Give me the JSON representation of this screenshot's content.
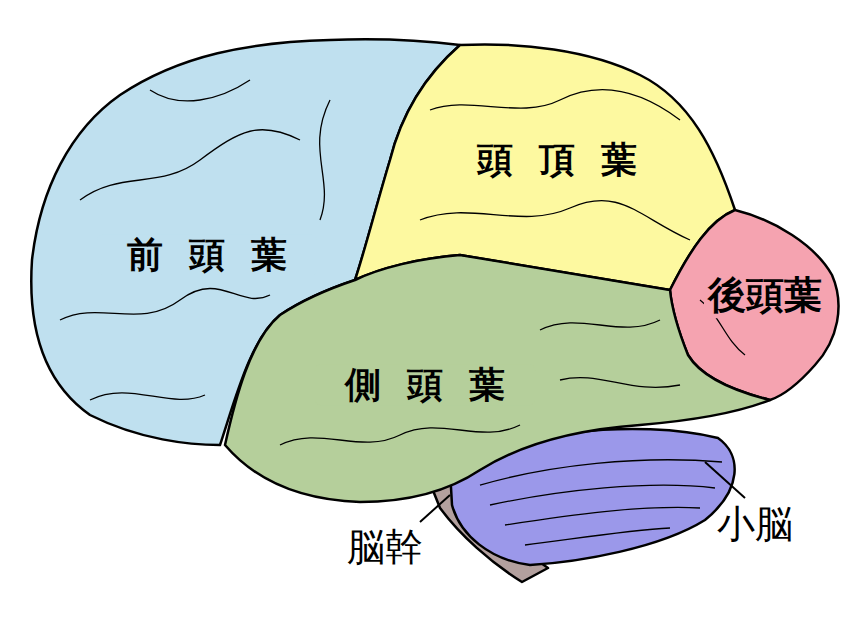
{
  "diagram": {
    "labels": [
      "前頭葉",
      "頭頂葉",
      "後頭葉",
      "側頭葉",
      "脳幹",
      "小脳"
    ]
  }
}
